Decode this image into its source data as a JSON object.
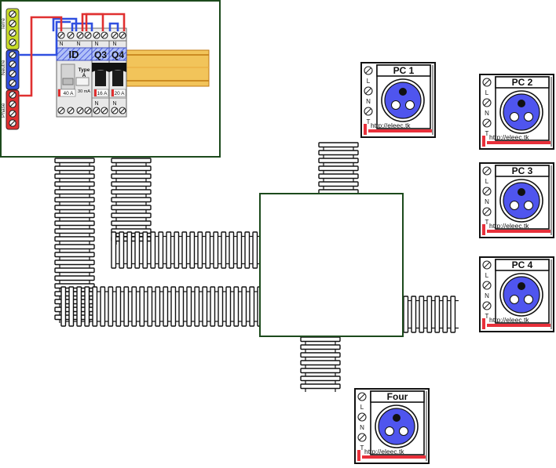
{
  "panel": {
    "bar_labels": [
      "Terre",
      "Neutre",
      "Phase"
    ],
    "modules": [
      {
        "name": "ID",
        "rating": "40 A",
        "type_label": "Type",
        "type_value": "A",
        "sensitivity": "30 mA"
      },
      {
        "name": "Q3",
        "rating": "16 A"
      },
      {
        "name": "Q4",
        "rating": "20 A"
      }
    ],
    "terminal_n": "N",
    "colors": {
      "earth": "#c8dc28",
      "neutral": "#3050e0",
      "phase": "#e03030",
      "rail": "#f2c45a",
      "frame": "#1c4a1c"
    }
  },
  "sockets": [
    {
      "label": "PC 1",
      "url": "http://eleec.tk"
    },
    {
      "label": "PC 2",
      "url": "http://eleec.tk"
    },
    {
      "label": "PC 3",
      "url": "http://eleec.tk"
    },
    {
      "label": "PC 4",
      "url": "http://eleec.tk"
    },
    {
      "label": "Four",
      "url": "http://eleec.tk"
    }
  ],
  "socket_terminals": [
    "L",
    "N",
    "T"
  ],
  "socket_colors": {
    "face": "#4f55ee",
    "strip": "#e8303a"
  }
}
